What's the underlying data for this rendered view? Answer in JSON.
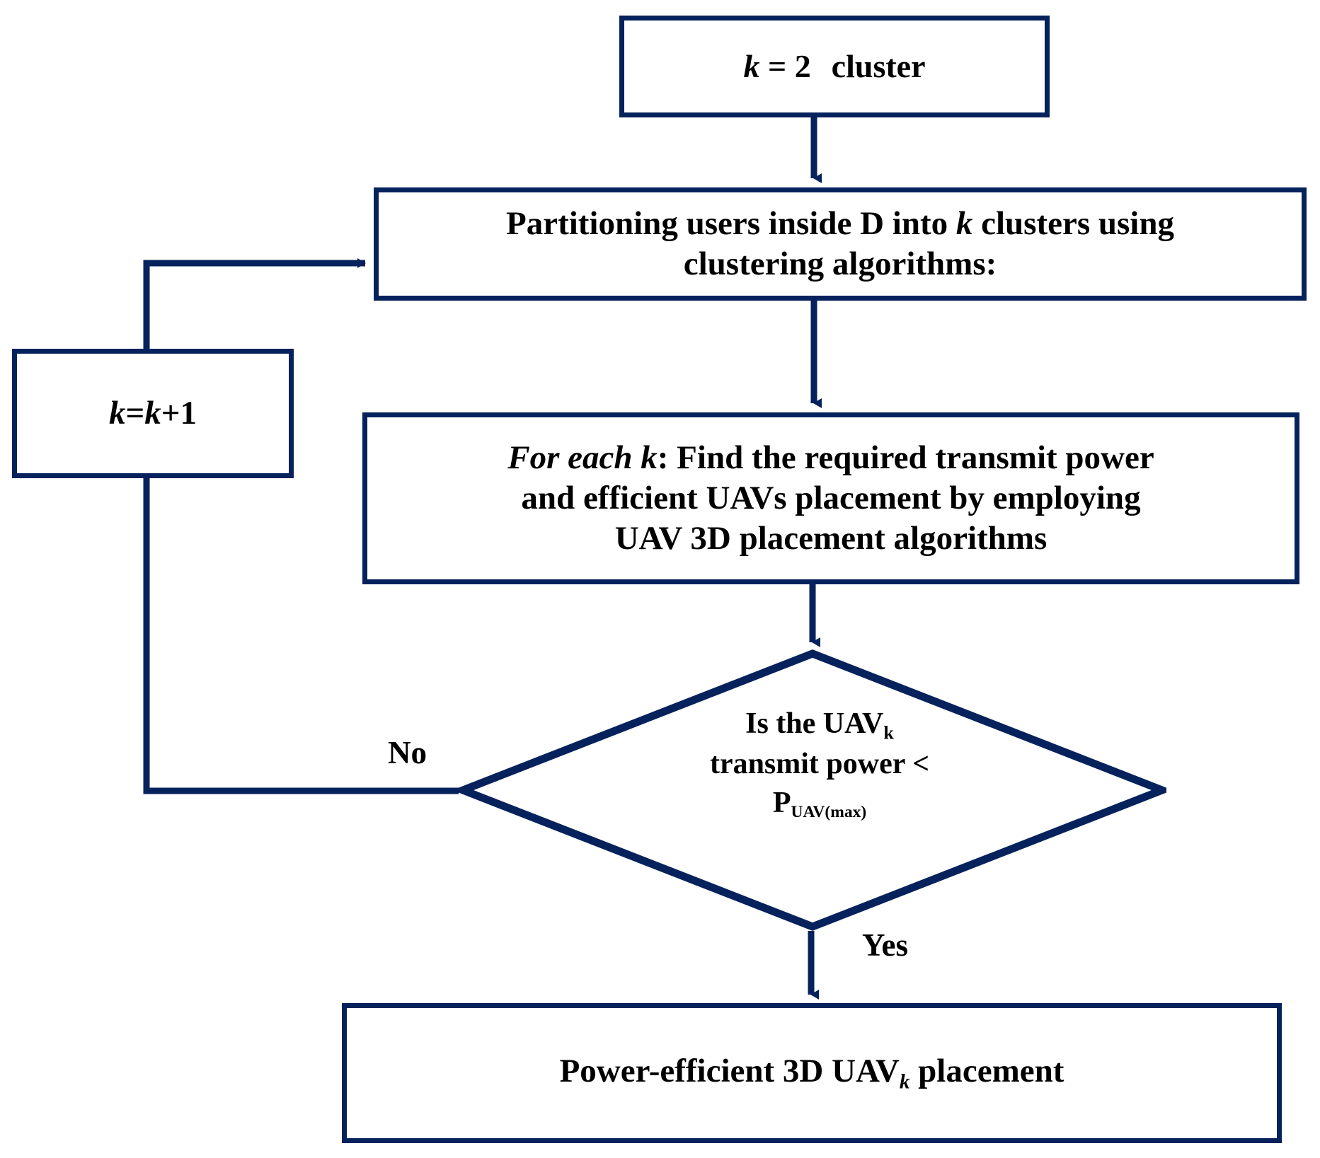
{
  "diagram": {
    "type": "flowchart",
    "title": "UAV 3D placement k-cluster iterative algorithm flowchart",
    "colors": {
      "stroke": "#06225c",
      "fill": "#ffffff",
      "text": "#000000"
    },
    "nodes": {
      "start": {
        "id": "start",
        "shape": "rectangle",
        "text": "k = 2  cluster",
        "text_plain": "k = 2 cluster"
      },
      "partition": {
        "id": "partition",
        "shape": "rectangle",
        "line1": "Partitioning users inside D into k clusters using",
        "line2": "clustering algorithms:",
        "text_plain": "Partitioning users inside D into k clusters using clustering algorithms:"
      },
      "increment": {
        "id": "increment",
        "shape": "rectangle",
        "text": "k=k+1",
        "text_plain": "k=k+1"
      },
      "foreach": {
        "id": "foreach",
        "shape": "rectangle",
        "line1_em": "For each k",
        "line1_rest": ": Find the required transmit power",
        "line2": "and efficient UAVs placement by employing",
        "line3": "UAV 3D placement algorithms",
        "text_plain": "For each k: Find the required transmit power and efficient UAVs placement by employing UAV 3D placement algorithms"
      },
      "decision": {
        "id": "decision",
        "shape": "diamond",
        "line1": "Is the UAV",
        "line1_sub": "k",
        "line2": "transmit power <",
        "line3": "P",
        "line3_sub": "UAV(max)",
        "text_plain": "Is the UAVk transmit power < PUAV(max)"
      },
      "result": {
        "id": "result",
        "shape": "rectangle",
        "prefix": "Power-efficient 3D UAV",
        "sub": "k",
        "suffix": " placement",
        "text_plain": "Power-efficient 3D UAVk placement"
      }
    },
    "edges": [
      {
        "from": "start",
        "to": "partition",
        "label": ""
      },
      {
        "from": "partition",
        "to": "foreach",
        "label": ""
      },
      {
        "from": "foreach",
        "to": "decision",
        "label": ""
      },
      {
        "from": "decision",
        "to": "increment",
        "label": "No"
      },
      {
        "from": "increment",
        "to": "partition",
        "label": ""
      },
      {
        "from": "decision",
        "to": "result",
        "label": "Yes"
      }
    ],
    "labels": {
      "no": "No",
      "yes": "Yes"
    }
  }
}
